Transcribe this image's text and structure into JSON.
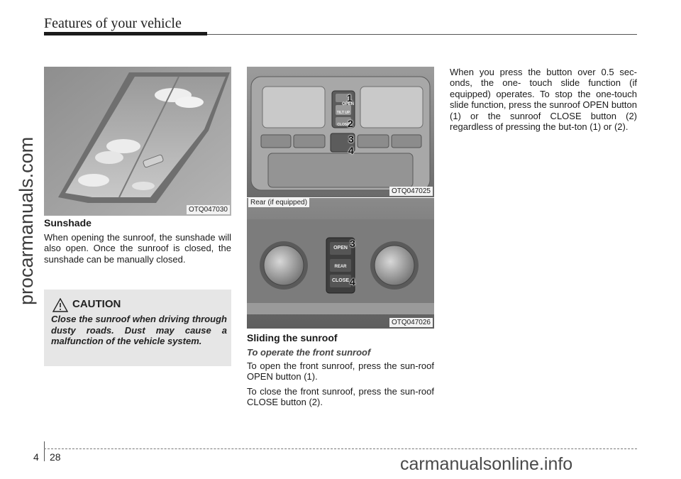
{
  "header": {
    "title": "Features of your vehicle"
  },
  "watermarks": {
    "left": "procarmanuals.com",
    "bottom": "carmanualsonline.info"
  },
  "figures": {
    "sunshade": {
      "code": "OTQ047030"
    },
    "front_console": {
      "code": "OTQ047025",
      "callouts": [
        "1",
        "2",
        "3",
        "4"
      ],
      "button_labels": {
        "open": "OPEN",
        "tilt": "TILT UP",
        "close": "CLOSE"
      }
    },
    "rear_console": {
      "code": "OTQ047026",
      "caption": "Rear (if equipped)",
      "callouts": [
        "3",
        "4"
      ],
      "button_labels": {
        "open": "OPEN",
        "rear": "REAR",
        "close": "CLOSE"
      }
    }
  },
  "sunshade_section": {
    "heading": "Sunshade",
    "body": "When opening the sunroof, the sunshade will also open. Once the sunroof is closed, the sunshade can be manually closed."
  },
  "caution": {
    "title": "CAUTION",
    "text": "Close the sunroof when driving through dusty roads. Dust may cause a malfunction of the vehicle system."
  },
  "sliding_section": {
    "heading": "Sliding the sunroof",
    "subheading": "To operate the front sunroof",
    "para1": "To open the front sunroof, press the sun-roof OPEN button (1).",
    "para2": "To close the front sunroof, press the sun-roof CLOSE button (2)."
  },
  "right_column": {
    "para": "When you press the button over 0.5 sec-onds, the one- touch slide function (if equipped) operates. To stop the one-touch slide function, press the sunroof OPEN button (1) or the sunroof CLOSE button (2) regardless of pressing the but-ton (1) or (2)."
  },
  "footer": {
    "chapter": "4",
    "page": "28"
  }
}
